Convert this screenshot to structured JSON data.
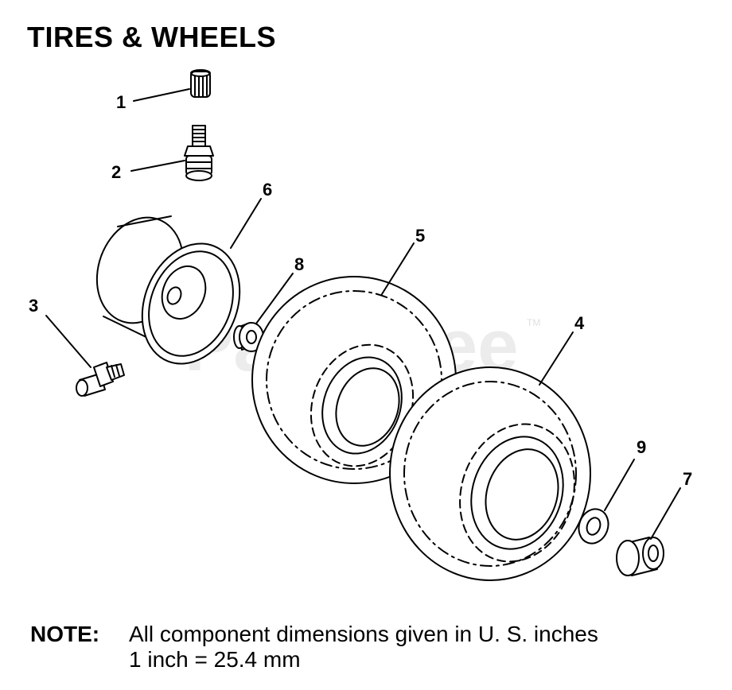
{
  "title": "TIRES & WHEELS",
  "watermark": {
    "text": "PartsTree",
    "mark": "TM"
  },
  "callouts": [
    "1",
    "2",
    "3",
    "4",
    "5",
    "6",
    "7",
    "8",
    "9"
  ],
  "parts": [
    {
      "ref": "1",
      "icon": "valve-cap-icon"
    },
    {
      "ref": "2",
      "icon": "valve-stem-icon"
    },
    {
      "ref": "3",
      "icon": "grease-fitting-icon"
    },
    {
      "ref": "4",
      "icon": "tire-icon"
    },
    {
      "ref": "5",
      "icon": "tire-icon"
    },
    {
      "ref": "6",
      "icon": "wheel-rim-icon"
    },
    {
      "ref": "7",
      "icon": "bearing-icon"
    },
    {
      "ref": "8",
      "icon": "bearing-icon"
    },
    {
      "ref": "9",
      "icon": "washer-icon"
    }
  ],
  "note": {
    "label": "NOTE:",
    "line1": "All component dimensions given in U. S. inches",
    "line2": "1 inch = 25.4 mm"
  }
}
